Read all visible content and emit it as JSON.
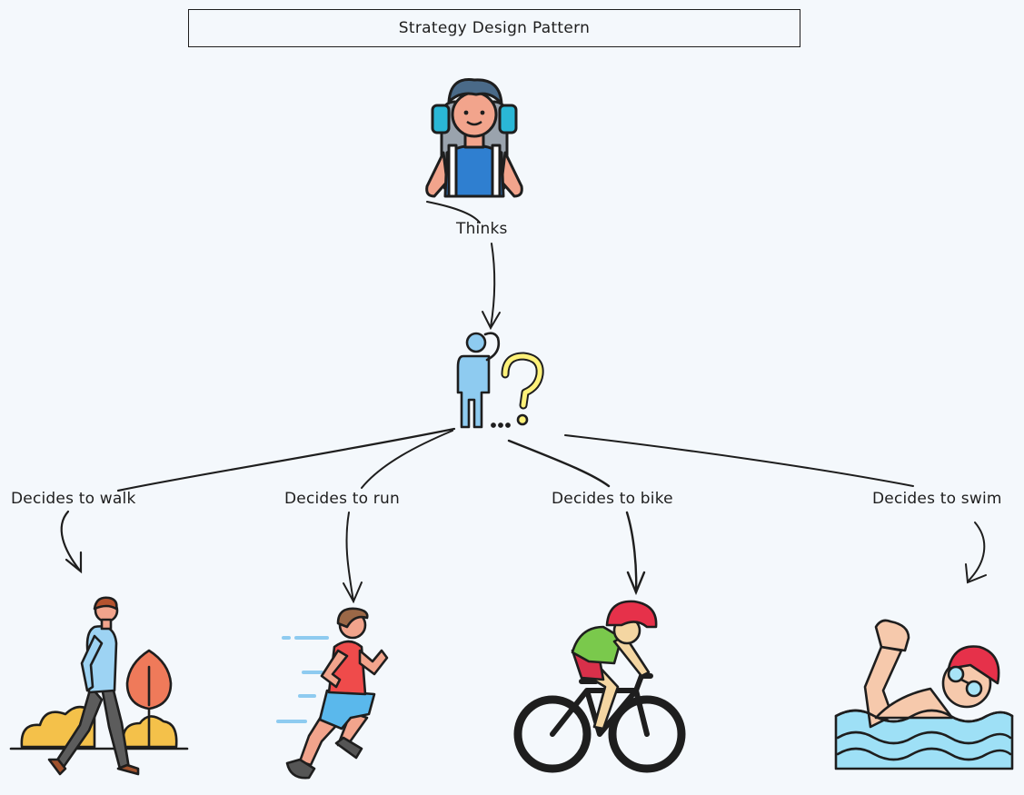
{
  "diagram": {
    "title": "Strategy Design Pattern",
    "edges": {
      "thinks": "Thinks",
      "walk": "Decides to walk",
      "run": "Decides to run",
      "bike": "Decides to bike",
      "swim": "Decides to swim"
    },
    "nodes": {
      "person": "backpacker-icon",
      "thinker": "thinking-person-icon",
      "walk": "walking-person-icon",
      "run": "running-person-icon",
      "bike": "cyclist-icon",
      "swim": "swimmer-icon"
    }
  }
}
